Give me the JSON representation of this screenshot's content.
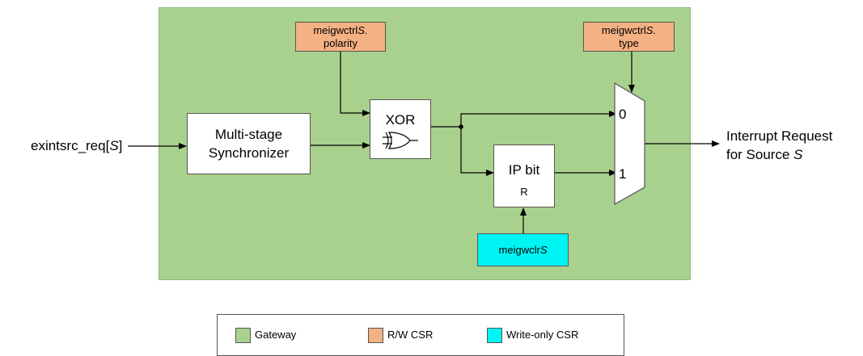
{
  "input": {
    "signal": "exintsrc_req[",
    "index": "S",
    "close": "]"
  },
  "synchronizer": {
    "line1": "Multi-stage",
    "line2": "Synchronizer"
  },
  "xor": {
    "label": "XOR"
  },
  "polarity_csr": {
    "line1": "meigwctrl",
    "line1_italic": "S.",
    "line2": "polarity"
  },
  "type_csr": {
    "line1": "meigwctrl",
    "line1_italic": "S.",
    "line2": "type"
  },
  "ip_bit": {
    "label": "IP bit",
    "sub": "R"
  },
  "clear_csr": {
    "label": "meigwclr",
    "label_italic": "S"
  },
  "mux": {
    "in0": "0",
    "in1": "1"
  },
  "output": {
    "line1": "Interrupt Request",
    "line2": "for Source ",
    "line2_italic": "S"
  },
  "legend": {
    "items": [
      {
        "label": "Gateway",
        "color": "#a9d18e"
      },
      {
        "label": "R/W CSR",
        "color": "#f4b183"
      },
      {
        "label": "Write-only CSR",
        "color": "#00f4f4"
      }
    ]
  }
}
